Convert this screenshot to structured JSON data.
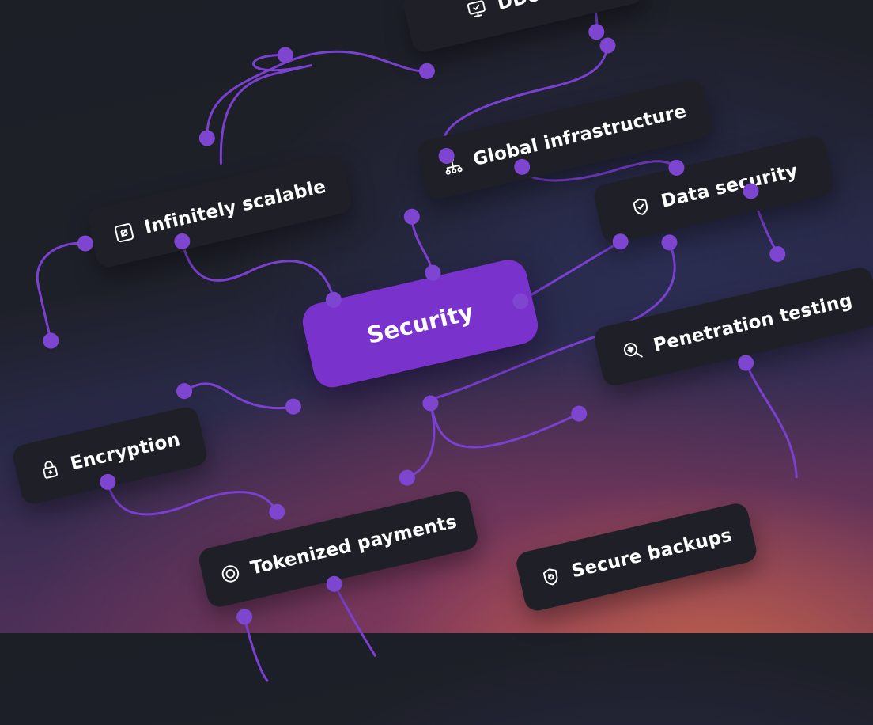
{
  "center": {
    "label": "Security"
  },
  "nodes": {
    "ddos": {
      "label": "DDoS pr",
      "icon": "monitor-check-icon"
    },
    "global": {
      "label": "Global infrastructure",
      "icon": "network-tree-icon"
    },
    "scalable": {
      "label": "Infinitely scalable",
      "icon": "expand-arrows-icon"
    },
    "datasec": {
      "label": "Data security",
      "icon": "shield-check-icon"
    },
    "encryption": {
      "label": "Encryption",
      "icon": "lock-icon"
    },
    "pentest": {
      "label": "Penetration testing",
      "icon": "search-bug-icon"
    },
    "tokenized": {
      "label": "Tokenized payments",
      "icon": "token-circle-icon"
    },
    "backups": {
      "label": "Secure backups",
      "icon": "shield-restore-icon"
    }
  },
  "colors": {
    "accent": "#7a32cc",
    "connector": "#7a40cf",
    "node_bg": "#1f2027",
    "text": "#ffffff"
  }
}
